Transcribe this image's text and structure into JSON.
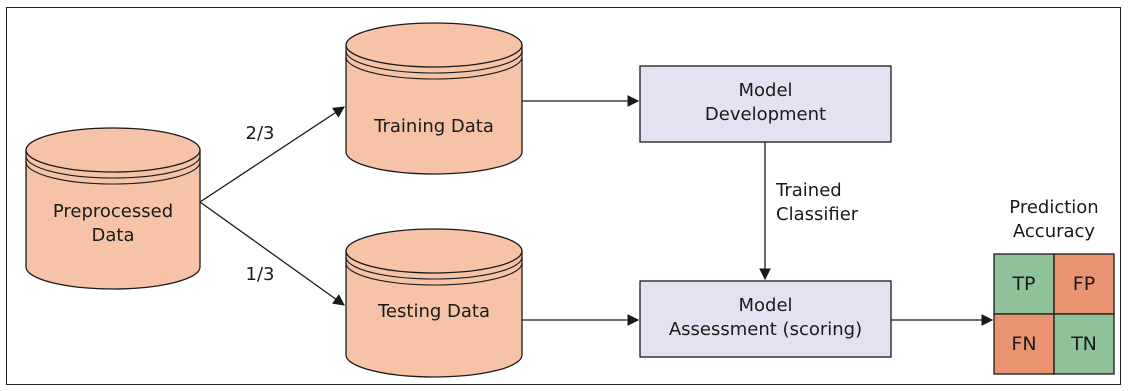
{
  "nodes": {
    "preprocessed": {
      "line1": "Preprocessed",
      "line2": "Data"
    },
    "training": {
      "label": "Training Data"
    },
    "testing": {
      "label": "Testing Data"
    },
    "model_development": {
      "line1": "Model",
      "line2": "Development"
    },
    "model_assessment": {
      "line1": "Model",
      "line2": "Assessment (scoring)"
    }
  },
  "edges": {
    "split_training": "2/3",
    "split_testing": "1/3",
    "trained_classifier": {
      "line1": "Trained",
      "line2": "Classifier"
    }
  },
  "accuracy": {
    "title_line1": "Prediction",
    "title_line2": "Accuracy",
    "cells": {
      "tp": "TP",
      "fp": "FP",
      "fn": "FN",
      "tn": "TN"
    }
  },
  "colors": {
    "cylinder_fill": "#f6c3a8",
    "box_fill": "#e3e2f3",
    "correct_cell": "#8fc19a",
    "error_cell": "#e99370",
    "stroke": "#1a1a1a"
  }
}
